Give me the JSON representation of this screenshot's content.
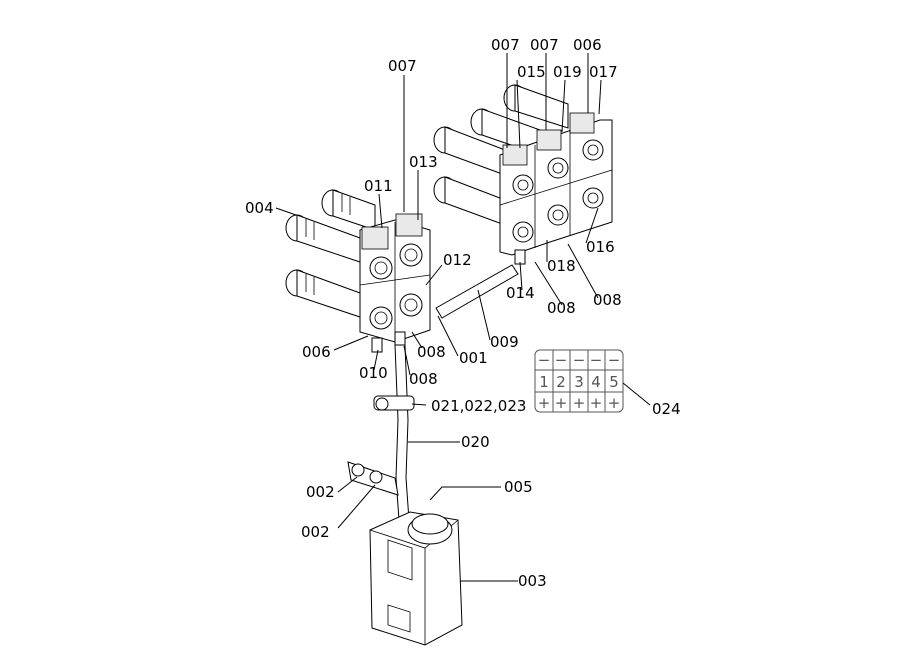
{
  "labels": {
    "l007a": "007",
    "l007b": "007",
    "l006a": "006",
    "l007c": "007",
    "l015": "015",
    "l019": "019",
    "l017": "017",
    "l013": "013",
    "l011": "011",
    "l004": "004",
    "l012": "012",
    "l016": "016",
    "l018": "018",
    "l014": "014",
    "l008a": "008",
    "l008b": "008",
    "l009": "009",
    "l006b": "006",
    "l008c": "008",
    "l001": "001",
    "l010": "010",
    "l008d": "008",
    "l021": "021,022,023",
    "l024": "024",
    "l020": "020",
    "l005": "005",
    "l002a": "002",
    "l002b": "002",
    "l003": "003"
  },
  "switch_panel": {
    "numbers": [
      "1",
      "2",
      "3",
      "4",
      "5"
    ],
    "minus": "−",
    "plus": "+"
  }
}
